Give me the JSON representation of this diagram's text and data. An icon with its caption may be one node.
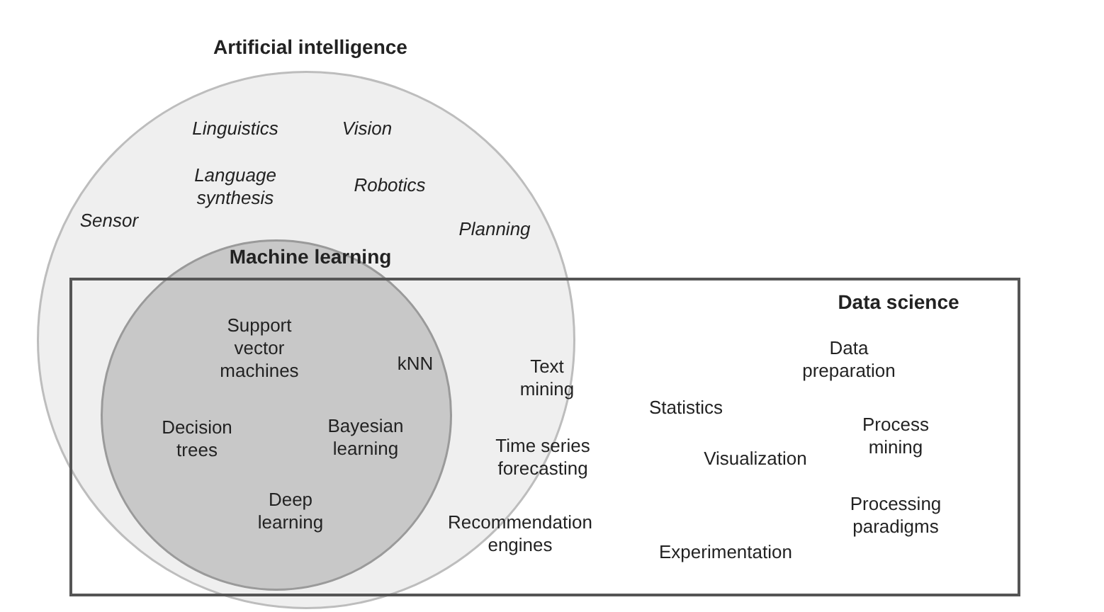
{
  "diagram": {
    "nodes": [
      {
        "text": [
          "Artificial intelligence"
        ]
      },
      {
        "text": [
          "Machine learning"
        ],
        "in": 0
      },
      {
        "text": [
          "Data science"
        ]
      }
    ],
    "labels": [
      "Linguistics",
      "Vision",
      "Language synthesis",
      "Robotics",
      "Sensor",
      "Planning",
      "Support vector machines",
      "kNN",
      "Text mining",
      "Data preparation",
      "Statistics",
      "Decision trees",
      "Bayesian learning",
      "Process mining",
      "Time series forecasting",
      "Visualization",
      "Deep learning",
      "Processing paradigms",
      "Recommendation engines",
      "Experimentation"
    ]
  }
}
